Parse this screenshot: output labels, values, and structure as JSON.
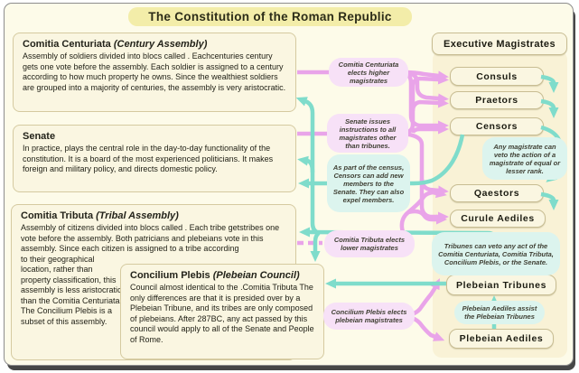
{
  "title": "The Constitution of the Roman Republic",
  "assemblies": {
    "centuriata": {
      "name": "Comitia Centuriata",
      "subtitle": "(Century Assembly)",
      "body": "Assembly of soldiers divided into blocs called .  Eachcenturies century gets one vote before the assembly.  Each soldier is assigned to a century according to how much property he owns.  Since the wealthiest soldiers are grouped into a majority of centuries, the assembly is very aristocratic."
    },
    "senate": {
      "name": "Senate",
      "body": "In practice, plays the central role in the day-to-day functionality of the constitution.  It is a board of the most experienced politicians.  It makes foreign and military policy, and directs domestic policy."
    },
    "tributa": {
      "name": "Comitia Tributa",
      "subtitle": "(Tribal Assembly)",
      "body_top": "Assembly of citizens divided into blocs called .  Each tribe getstribes one vote before the assembly.  Both patricians and plebeians vote in this assembly.  Since each citizen is assigned to a tribe according",
      "body_side": "to their geographical location, rather than property classification, this assembly is less aristocratic than the Comitia Centuriata. The Concilium Plebis is a subset of this assembly."
    },
    "concilium": {
      "name": "Concilium Plebis",
      "subtitle": "(Plebeian Council)",
      "body": "Council almost identical to the .Comitia Tributa  The only differences are that it is presided over by a Plebeian Tribune, and its tribes are only composed of plebeians.  After 287BC, any act passed by this council would apply to all of the Senate and People of Rome."
    }
  },
  "executive": {
    "header": "Executive Magistrates",
    "offices": [
      "Consuls",
      "Praetors",
      "Censors",
      "Qaestors",
      "Curule Aediles",
      "Plebeian Tribunes",
      "Plebeian Aediles"
    ]
  },
  "notes": {
    "elects_higher": "Comitia Centuriata elects higher magistrates",
    "senate_instructs": "Senate issues instructions to all magistrates other than tribunes.",
    "census": "As part of the census, Censors can add new members to the Senate.  They can also expel members.",
    "tributa_elects": "Comitia Tributa elects lower magistrates",
    "plebis_elects": "Concilium Plebis elects plebeian magistrates",
    "veto_rank": "Any magistrate can veto the action of a magistrate of equal or lesser rank.",
    "tribune_veto": "Tribunes can veto any act of the Comitia Centuriata, Comitia Tributa, Concilium Plebis, or the Senate.",
    "aediles_assist": "Plebeian Aediles assist the Plebeian Tribunes"
  },
  "colors": {
    "pink_arrow": "#e9a4e9",
    "teal_arrow": "#7fdccb",
    "pink_note_bg": "#f7e1f7",
    "teal_note_bg": "#dcf4ee",
    "box_bg": "#faf6e1",
    "panel_bg": "#f9f2d6",
    "title_bg": "#f3eda9",
    "canvas_bg": "#fdfbe9"
  }
}
